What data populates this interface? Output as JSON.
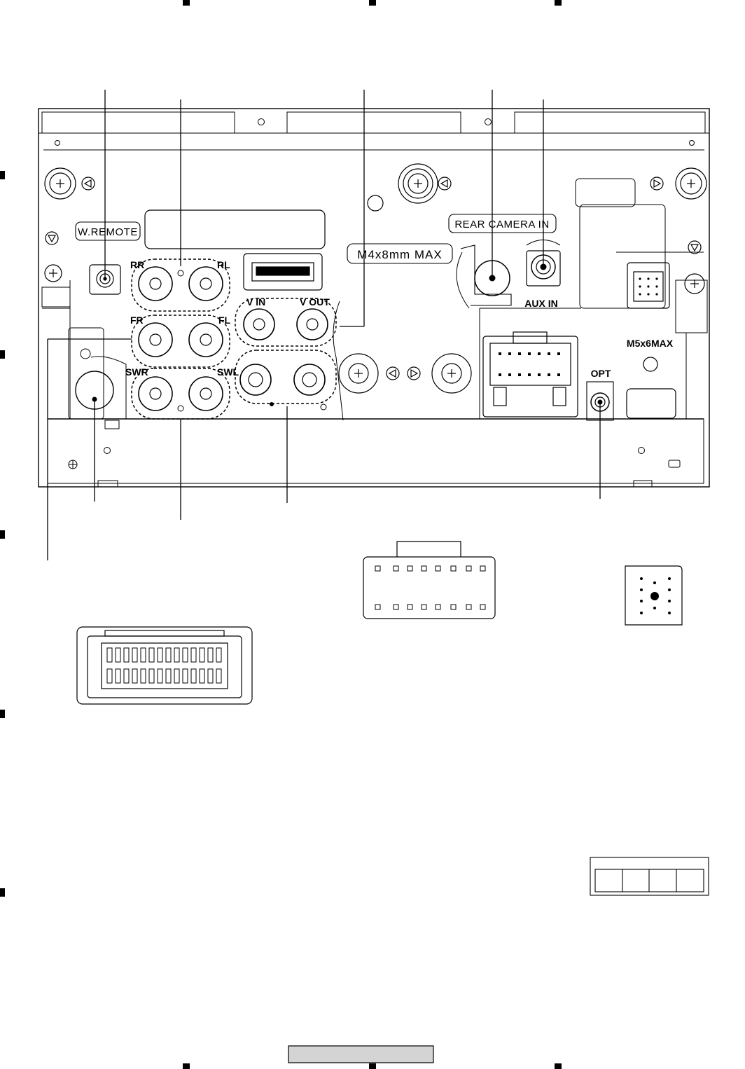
{
  "panel_labels": {
    "w_remote": "W.REMOTE",
    "rear_camera_in": "REAR CAMERA IN",
    "screw_m4": "M4x8mm MAX",
    "aux_in": "AUX IN",
    "screw_m5": "M5x6MAX",
    "opt": "OPT"
  },
  "rca_labels": {
    "rr": "RR",
    "rl": "RL",
    "fr": "FR",
    "fl": "FL",
    "swr": "SWR",
    "swl": "SWL",
    "v_in": "V IN",
    "v_out": "V OUT"
  },
  "footer": {
    "page_box_text": ""
  }
}
